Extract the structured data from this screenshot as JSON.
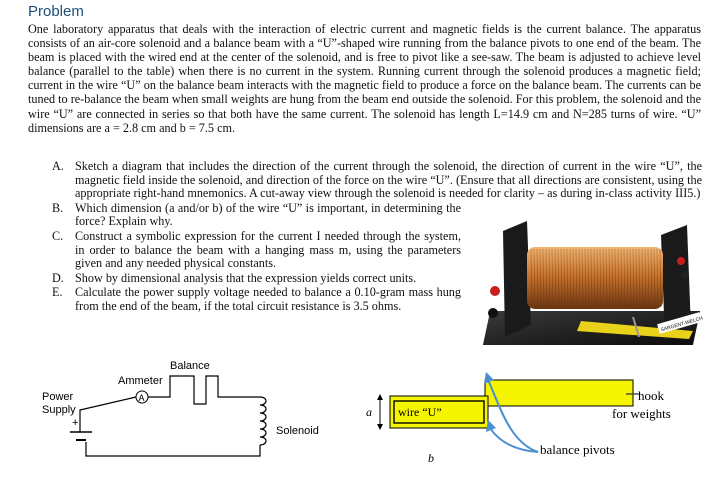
{
  "heading": "Problem",
  "intro": "One laboratory apparatus that deals with the interaction of electric current and magnetic fields is the current balance. The apparatus consists of an air-core solenoid and a balance beam with a “U”-shaped wire running from the balance pivots to one end of the beam. The beam is placed with the wired end at the center of the solenoid, and is free to pivot like a see-saw. The beam is adjusted to achieve level balance (parallel to the table) when there is no current in the system. Running current through the solenoid produces a magnetic field; current in the wire “U” on the balance beam interacts with the magnetic field to produce a force on the balance beam. The currents can be tuned to re-balance the beam when small weights are hung from the beam end outside the solenoid. For this problem, the solenoid and the wire “U” are connected in series so that both have the same current. The solenoid has length L=14.9 cm and N=285 turns of wire. “U” dimensions are a = 2.8 cm and b = 7.5 cm.",
  "questions": [
    {
      "letter": "A.",
      "text": "Sketch a diagram that includes the direction of the current through the solenoid, the direction of current in the wire “U”, the magnetic field inside the solenoid, and direction of the force on the wire “U”. (Ensure that all directions are consistent, using the appropriate right-hand mnemonics. A cut-away view through the solenoid is needed for clarity – as during in-class activity III5.)"
    },
    {
      "letter": "B.",
      "text": "Which dimension (a and/or b) of the wire “U” is important, in determining the force? Explain why."
    },
    {
      "letter": "C.",
      "text": "Construct a symbolic expression for the current I needed through the system, in order to balance the beam with a hanging mass m, using the parameters given and any needed physical constants."
    },
    {
      "letter": "D.",
      "text": "Show by dimensional analysis that the expression yields correct units."
    },
    {
      "letter": "E.",
      "text": "Calculate the power supply voltage needed to balance a 0.10-gram mass hung from the end of the beam, if the total circuit resistance is 3.5 ohms."
    }
  ],
  "photo": {
    "brand_text": "SARGENT-WELCH"
  },
  "circuit": {
    "balance_label": "Balance",
    "ammeter_label": "Ammeter",
    "ammeter_symbol": "A",
    "power_label_1": "Power",
    "power_label_2": "Supply",
    "plus_sign": "+",
    "solenoid_label": "Solenoid"
  },
  "beam_diagram": {
    "a_label": "a",
    "b_label": "b",
    "wire_label": "wire “U”",
    "hook_label_1": "hook",
    "hook_label_2": "for weights",
    "pivot_label": "balance pivots"
  },
  "colors": {
    "heading": "#1f4e79",
    "beam_fill": "#f5f500",
    "pivot_arrow": "#4a8fd0",
    "coil": "#c8742e"
  }
}
